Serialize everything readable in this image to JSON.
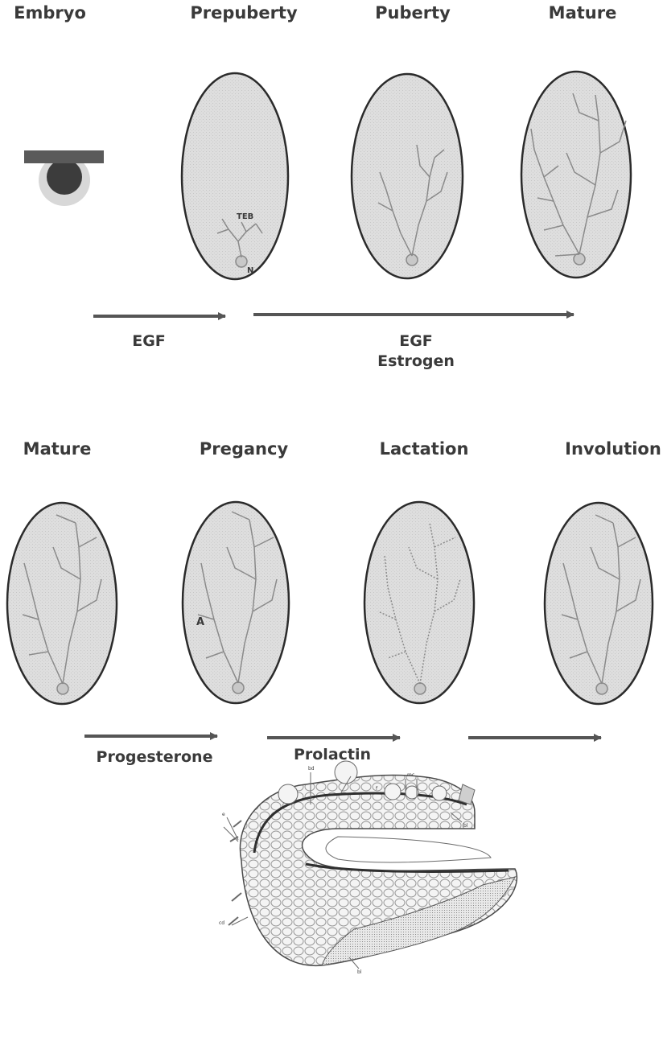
{
  "row1": {
    "stages": [
      "Embryo",
      "Prepuberty",
      "Puberty",
      "Mature"
    ],
    "annotations": {
      "teb": "TEB",
      "n": "N"
    },
    "factors": {
      "first": "EGF",
      "second_line1": "EGF",
      "second_line2": "Estrogen"
    }
  },
  "row2": {
    "stages": [
      "Mature",
      "Pregancy",
      "Lactation",
      "Involution"
    ],
    "annotations": {
      "a": "A"
    },
    "factors": {
      "first": "Progesterone",
      "second": "Prolactin"
    }
  },
  "histology": {
    "labels": [
      "bd",
      "f",
      "mc",
      "e",
      "bl",
      "cd",
      "bl"
    ]
  },
  "colors": {
    "ellipse_fill": "#dcdcdc",
    "ellipse_stroke": "#2b2b2b",
    "arrow": "#555555",
    "duct": "#8a8a8a",
    "text": "#3a3a3a"
  }
}
